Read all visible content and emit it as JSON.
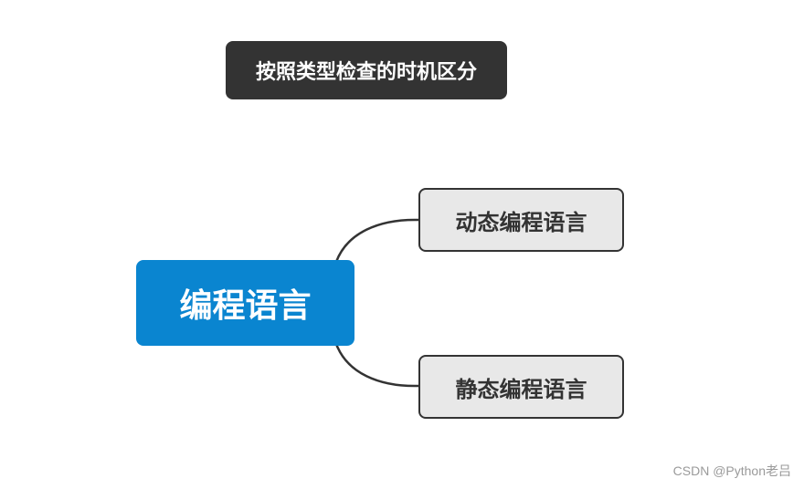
{
  "title": "按照类型检查的时机区分",
  "central": {
    "label": "编程语言",
    "color": "#0a85d0"
  },
  "children": [
    {
      "label": "动态编程语言"
    },
    {
      "label": "静态编程语言"
    }
  ],
  "watermark": "CSDN @Python老吕",
  "colors": {
    "title_bg": "#333333",
    "child_bg": "#e8e8e8",
    "stroke": "#333333"
  }
}
